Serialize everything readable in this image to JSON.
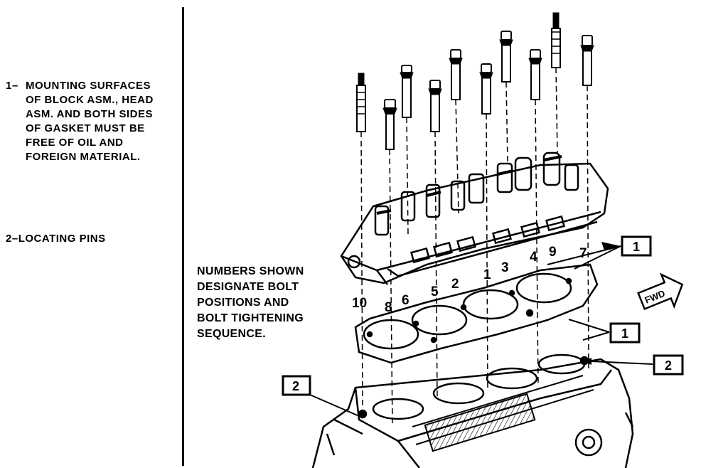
{
  "legend": {
    "item1_number": "1–",
    "item1_text": "MOUNTING SURFACES\nOF BLOCK ASM., HEAD\nASM. AND BOTH SIDES\nOF GASKET MUST BE\nFREE OF OIL AND\nFOREIGN MATERIAL.",
    "item2_number": "2–",
    "item2_text": "LOCATING PINS"
  },
  "note": "NUMBERS SHOWN\nDESIGNATE BOLT\nPOSITIONS AND\nBOLT TIGHTENING\nSEQUENCE.",
  "callouts": {
    "gasket_top": "1",
    "gasket_bottom": "1",
    "pin_right": "2",
    "pin_left": "2"
  },
  "fwd_label": "FWD",
  "bolt_sequence": {
    "b10": "10",
    "b8": "8",
    "b6": "6",
    "b5": "5",
    "b2": "2",
    "b1": "1",
    "b3": "3",
    "b4": "4",
    "b9": "9",
    "b7": "7"
  }
}
